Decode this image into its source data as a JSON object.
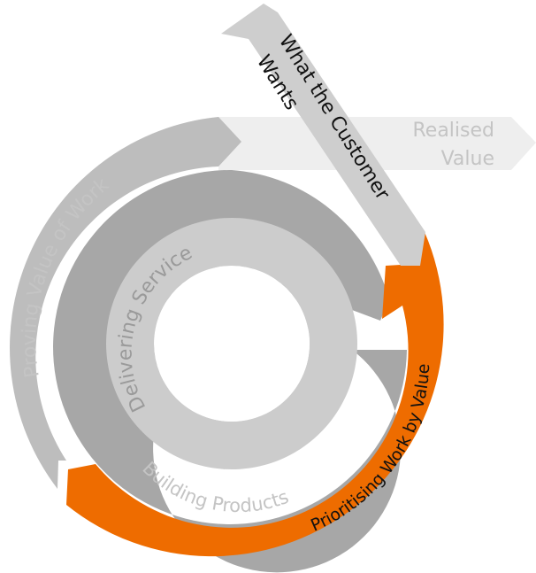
{
  "labels": {
    "what_customer_wants_line1": "What the Customer",
    "what_customer_wants_line2": "Wants",
    "realised_value_line1": "Realised",
    "realised_value_line2": "Value",
    "proving_value": "Proving Value of Work",
    "delivering_service": "Delivering Service",
    "building_products": "Building Products",
    "prioritising_work": "Prioritising Work by Value"
  },
  "colors": {
    "orange": "#EE6C00",
    "ring_outer_grey": "#BDBDBD",
    "ring_middle_grey": "#A7A7A7",
    "ring_inner_grey": "#CCCCCC",
    "arrow_customer": "#CECECE",
    "arrow_realised": "#EEEEEE",
    "text_grey": "#9A9A9A",
    "text_dark": "#111111"
  }
}
